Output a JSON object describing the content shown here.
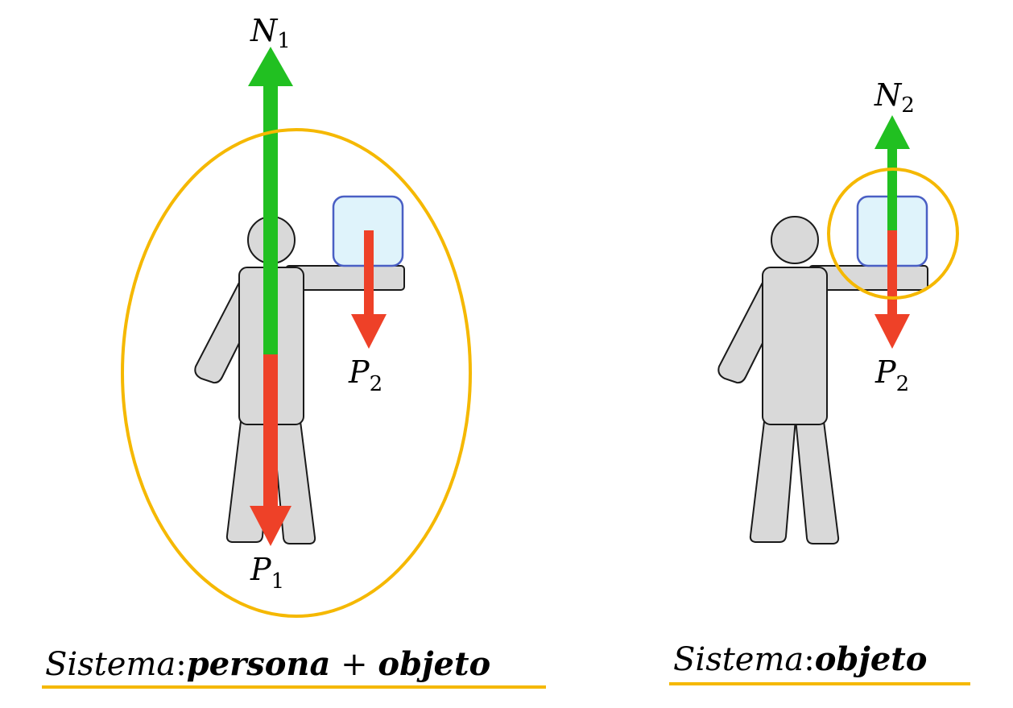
{
  "colors": {
    "normal_force": "#21c021",
    "weight_force": "#ee4128",
    "system_outline": "#f5b800",
    "person_fill": "#d9d9d9",
    "person_stroke": "#1a1a1a",
    "object_fill": "#dff3fb",
    "object_stroke": "#4a5fc4"
  },
  "left_panel": {
    "normal": {
      "base": "N",
      "sub": "1"
    },
    "weight_person": {
      "base": "P",
      "sub": "1"
    },
    "weight_object": {
      "base": "P",
      "sub": "2"
    },
    "caption": {
      "prefix": "Sistema",
      "colon": ":",
      "term1": "persona",
      "plus": " + ",
      "term2": "objeto"
    }
  },
  "right_panel": {
    "normal": {
      "base": "N",
      "sub": "2"
    },
    "weight_object": {
      "base": "P",
      "sub": "2"
    },
    "caption": {
      "prefix": "Sistema",
      "colon": ":",
      "term": "objeto"
    }
  }
}
